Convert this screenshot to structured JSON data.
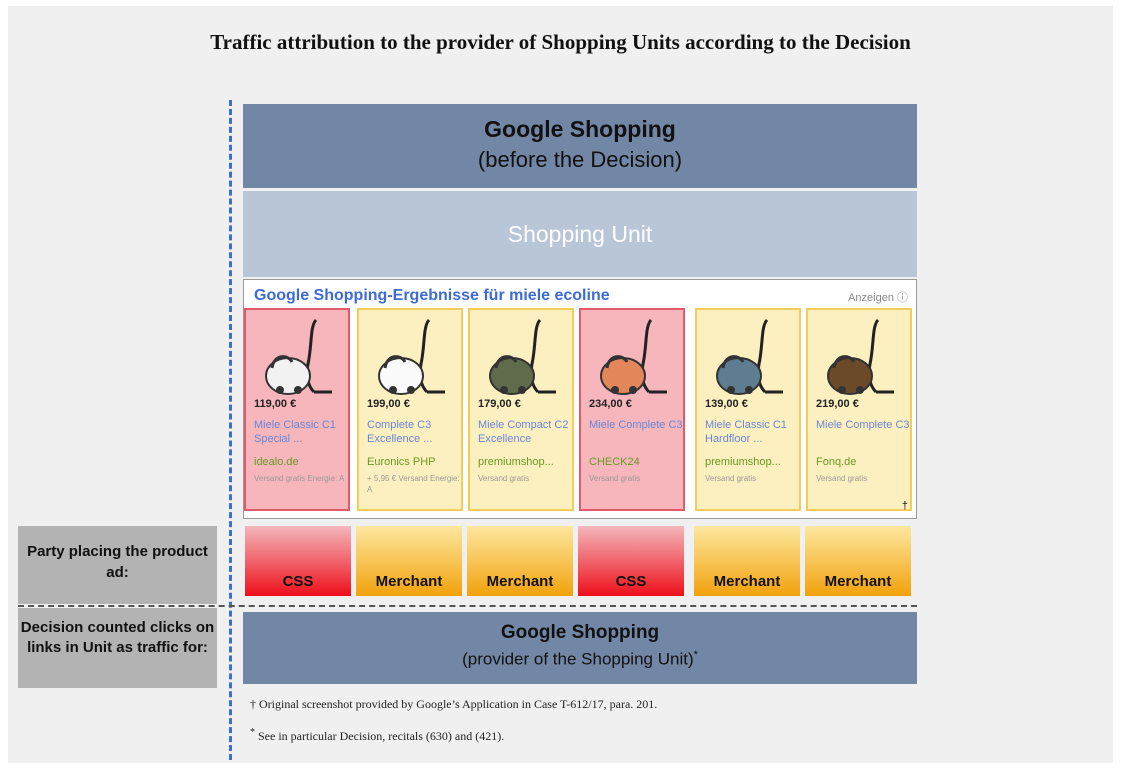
{
  "title": "Traffic attribution to the provider of Shopping Units according to the Decision",
  "header": {
    "line1": "Google Shopping",
    "line2": "(before the Decision)"
  },
  "shopping_unit_label": "Shopping Unit",
  "results": {
    "title": "Google Shopping-Ergebnisse für miele ecoline",
    "ads_label": "Anzeigen ⓘ",
    "dagger": "†",
    "cards": [
      {
        "type": "css",
        "price": "119,00 €",
        "name": "Miele Classic C1 Special ...",
        "shop": "idealo.de",
        "shipping": "Versand gratis Energie: A",
        "color": "#f2f2f2"
      },
      {
        "type": "merchant",
        "price": "199,00 €",
        "name": "Complete C3 Excellence ...",
        "shop": "Euronics PHP",
        "shipping": "+ 5,95 € Versand Energie: A",
        "color": "#fbfbfb"
      },
      {
        "type": "merchant",
        "price": "179,00 €",
        "name": "Miele Compact C2 Excellence",
        "shop": "premiumshop...",
        "shipping": "Versand gratis",
        "color": "#5f6b4a"
      },
      {
        "type": "css",
        "price": "234,00 €",
        "name": "Miele Complete C3",
        "shop": "CHECK24",
        "shipping": "Versand gratis",
        "color": "#e3865a"
      },
      {
        "type": "merchant",
        "price": "139,00 €",
        "name": "Miele Classic C1 Hardfloor ...",
        "shop": "premiumshop...",
        "shipping": "Versand gratis",
        "color": "#5f7d90"
      },
      {
        "type": "merchant",
        "price": "219,00 €",
        "name": "Miele Complete C3",
        "shop": "Fonq.de",
        "shipping": "Versand gratis",
        "color": "#6b4a2a"
      }
    ]
  },
  "party": {
    "label": "Party placing the product ad:",
    "css": "CSS",
    "merchant": "Merchant"
  },
  "decision": {
    "label": "Decision counted clicks on links in Unit as traffic for:",
    "line1": "Google Shopping",
    "line2": "(provider of the Shopping Unit)",
    "line2_mark": "*"
  },
  "notes": {
    "note1": "† Original screenshot provided by Google’s Application in Case T-612/17, para. 201.",
    "note2_mark": "*",
    "note2": " See in particular Decision, recitals (630) and (421)."
  }
}
